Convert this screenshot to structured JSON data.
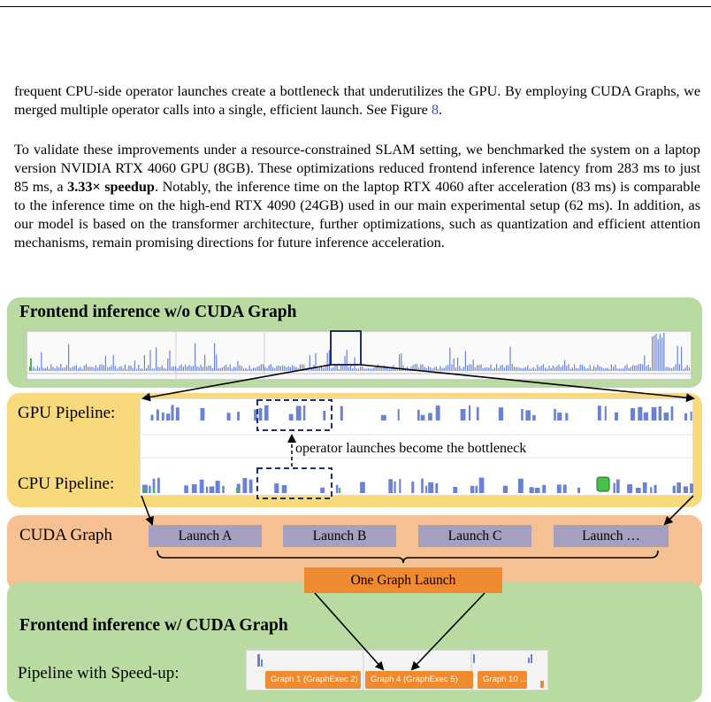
{
  "text": {
    "para1_a": "frequent CPU-side operator launches create a bottleneck that underutilizes the GPU. By employing CUDA Graphs, we merged multiple operator calls into a single, efficient launch. See Figure ",
    "para1_ref": "8",
    "para1_b": ".",
    "para2_a": "To validate these improvements under a resource-constrained SLAM setting, we benchmarked the system on a laptop version NVIDIA RTX 4060 GPU (8GB). These optimizations reduced frontend inference latency from 283 ms to just 85 ms, a ",
    "para2_bold": "3.33× speedup",
    "para2_b": ". Notably, the inference time on the laptop RTX 4060 after acceleration (83 ms) is comparable to the inference time on the high-end RTX 4090 (24GB) used in our main experimental setup (62 ms). In addition, as our model is based on the transformer architecture, further optimizations, such as quantization and efficient attention mechanisms, remain promising directions for future inference acceleration."
  },
  "figure": {
    "title_top": "Frontend inference w/o CUDA Graph",
    "gpu_label": "GPU Pipeline:",
    "cpu_label": "CPU Pipeline:",
    "annotation": "operator launches become the bottleneck",
    "cuda_label": "CUDA Graph",
    "launches": [
      "Launch A",
      "Launch B",
      "Launch C",
      "Launch …"
    ],
    "one_launch": "One Graph Launch",
    "title_bottom": "Frontend inference w/ CUDA Graph",
    "speedup_label": "Pipeline with Speed-up:",
    "graph_boxes": [
      "Graph 1 (GraphExec 2)",
      "Graph 4 (GraphExec 5)",
      "Graph 10 ..."
    ]
  },
  "colors": {
    "green_band": "#b9dba2",
    "yellow_band": "#f8d97c",
    "orange_band": "#f5c193",
    "launch_box": "#a6a0c0",
    "graph_launch": "#ee8a2f",
    "trace_bar": "#6b82d4"
  }
}
